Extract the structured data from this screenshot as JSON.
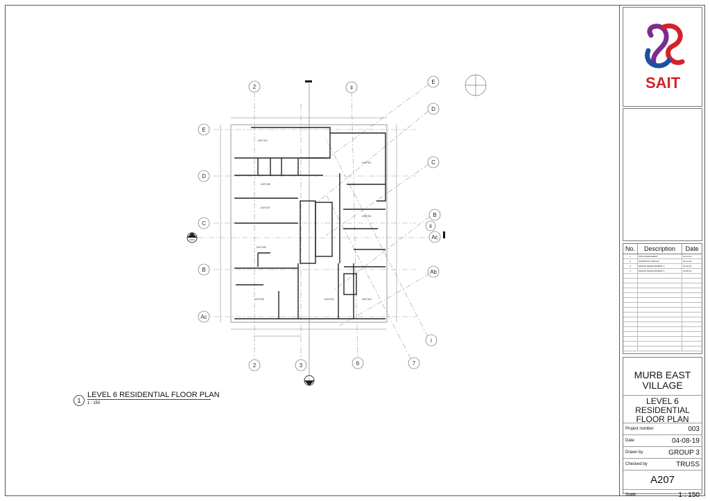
{
  "drawing": {
    "grid_left": [
      "E",
      "D",
      "C",
      "B",
      "Ac"
    ],
    "grid_top": [
      "2",
      "ii"
    ],
    "grid_right": [
      "E",
      "D",
      "C",
      "B",
      "ii",
      "Ac",
      "Ab",
      "i"
    ],
    "grid_bottom": [
      "2",
      "3",
      "6",
      "7"
    ],
    "section_marker": {
      "number": "1",
      "sheet": "A402"
    },
    "units": [
      "UNIT 610",
      "UNIT 601",
      "UNIT 608",
      "UNIT 607",
      "UNIT 606",
      "UNIT 602",
      "UNIT 605",
      "UNIT 604",
      "UNIT 603"
    ]
  },
  "view_title": {
    "number": "1",
    "name": "LEVEL 6 RESIDENTIAL FLOOR PLAN",
    "scale": "1 : 150"
  },
  "title_block": {
    "logo_text": "SAIT",
    "colors": {
      "logo_red": "#d2232a",
      "logo_blue": "#1e4fa0",
      "logo_purple": "#7b2c8e"
    },
    "revisions_header": {
      "no": "No.",
      "description": "Description",
      "date": "Date"
    },
    "revisions": [
      {
        "no": "1",
        "description": "SITE ASSESSMENT",
        "date": "01-21-19"
      },
      {
        "no": "2",
        "description": "SCHEMATIC DESIGN",
        "date": "02-13-19"
      },
      {
        "no": "3",
        "description": "DESIGN DEVELOPMENT 1",
        "date": "03-18-19"
      },
      {
        "no": "4",
        "description": "DESIGN DEVELOPMENT 2",
        "date": "04-08-19"
      }
    ],
    "project_name": "MURB EAST VILLAGE",
    "sheet_name": "LEVEL 6 RESIDENTIAL FLOOR PLAN",
    "fields": [
      {
        "label": "Project number",
        "value": "003"
      },
      {
        "label": "Date",
        "value": "04-08-19"
      },
      {
        "label": "Drawn by",
        "value": "GROUP 3"
      },
      {
        "label": "Checked by",
        "value": "TRUSS"
      }
    ],
    "sheet_number": "A207",
    "scale_label": "Scale",
    "scale": "1 : 150"
  }
}
